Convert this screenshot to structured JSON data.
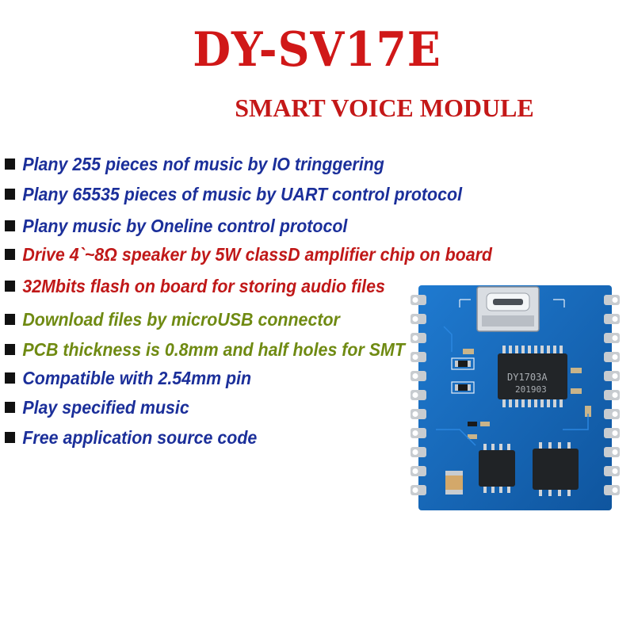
{
  "header": {
    "title": "DY-SV17E",
    "subtitle": "SMART VOICE MODULE"
  },
  "features": [
    {
      "text": "Plany 255 pieces nof music  by IO tringgering",
      "color": "#1b2f9a"
    },
    {
      "text": "Plany 65535 pieces of music by UART control protocol",
      "color": "#1b2f9a"
    },
    {
      "text": "Plany music by Oneline control protocol",
      "color": "#1b2f9a"
    },
    {
      "text": "Drive 4`~8Ω  speaker by 5W classD amplifier chip on board",
      "color": "#c01818"
    },
    {
      "text": "32Mbits flash on board for storing audio files",
      "color": "#c01818"
    },
    {
      "text": "Download files by microUSB connector",
      "color": "#6f8a12"
    },
    {
      "text": "PCB thickness is 0.8mm and half holes for SMT",
      "color": "#6f8a12"
    },
    {
      "text": "Compatible with 2.54mm pin",
      "color": "#1b2f9a"
    },
    {
      "text": "Play specified  music",
      "color": "#1b2f9a"
    },
    {
      "text": "Free application source  code",
      "color": "#1b2f9a"
    }
  ],
  "board": {
    "chip_label_line1": "DY1703A",
    "chip_label_line2": "201903",
    "pcb_color": "#1768b8",
    "pad_color": "#c8ccd0"
  }
}
